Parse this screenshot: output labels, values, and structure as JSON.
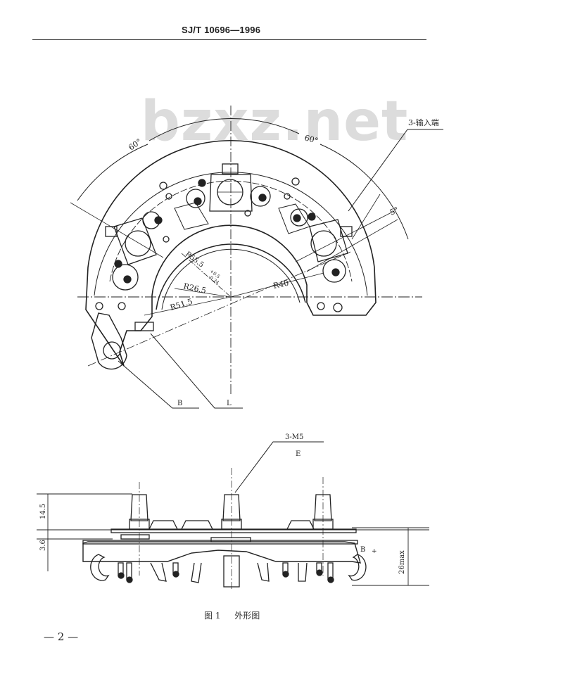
{
  "header": {
    "standard_code": "SJ/T 10696—1996"
  },
  "watermark": "bzxz.net",
  "top_view": {
    "callout_inputs": "3-输入端",
    "angle_left": "60°",
    "angle_right": "60°",
    "angle_small": "5°",
    "radius_outer_fixed": "R55.5",
    "radius_outer_tol_upper": "+0.5",
    "radius_outer_tol_lower": "-0.24",
    "radius_inner": "R26.5",
    "radius_mid": "R40",
    "radius_ref": "R51.5",
    "label_b": "B",
    "label_l": "L"
  },
  "side_view": {
    "callout_thread": "3-M5",
    "callout_sub": "E",
    "dim_stud_height": "14.5",
    "dim_plate_height": "3.6",
    "dim_total_height": "26max",
    "terminal_label": "B",
    "terminal_polarity": "+"
  },
  "figure": {
    "number": "图 1",
    "title": "外形图"
  },
  "page": {
    "number": "— 2 —"
  }
}
